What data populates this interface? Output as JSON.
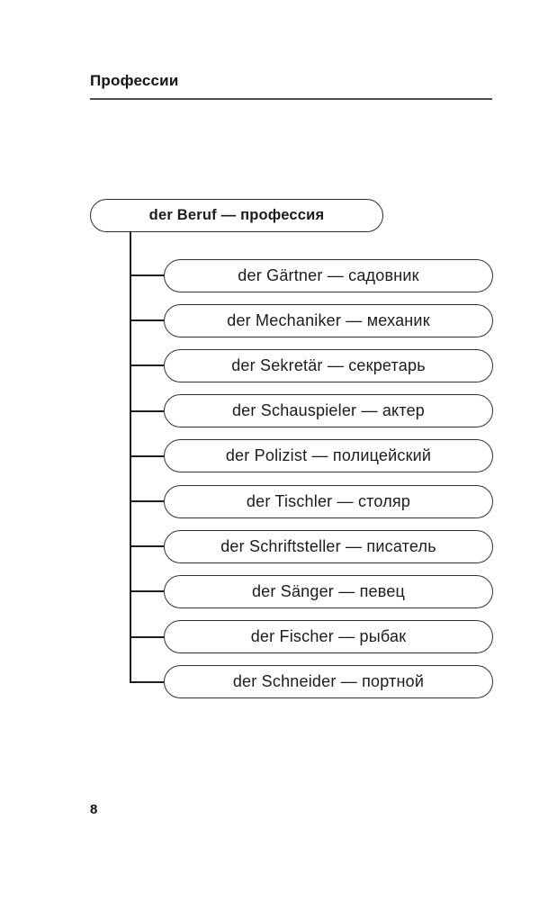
{
  "header": {
    "title": "Профессии"
  },
  "diagram": {
    "root": "der Beruf — профессия",
    "items": [
      "der Gärtner — садовник",
      "der Mechaniker — механик",
      "der Sekretär — секретарь",
      "der Schauspieler — актер",
      "der Polizist — полицейский",
      "der Tischler — столяр",
      "der Schriftsteller — писатель",
      "der Sänger — певец",
      "der Fischer — рыбак",
      "der Schneider — портной"
    ]
  },
  "footer": {
    "page_number": "8"
  },
  "colors": {
    "background": "#ffffff",
    "text": "#1c1c1c",
    "node_border": "#2e2e2e",
    "connector_line": "#1e1e1e"
  }
}
